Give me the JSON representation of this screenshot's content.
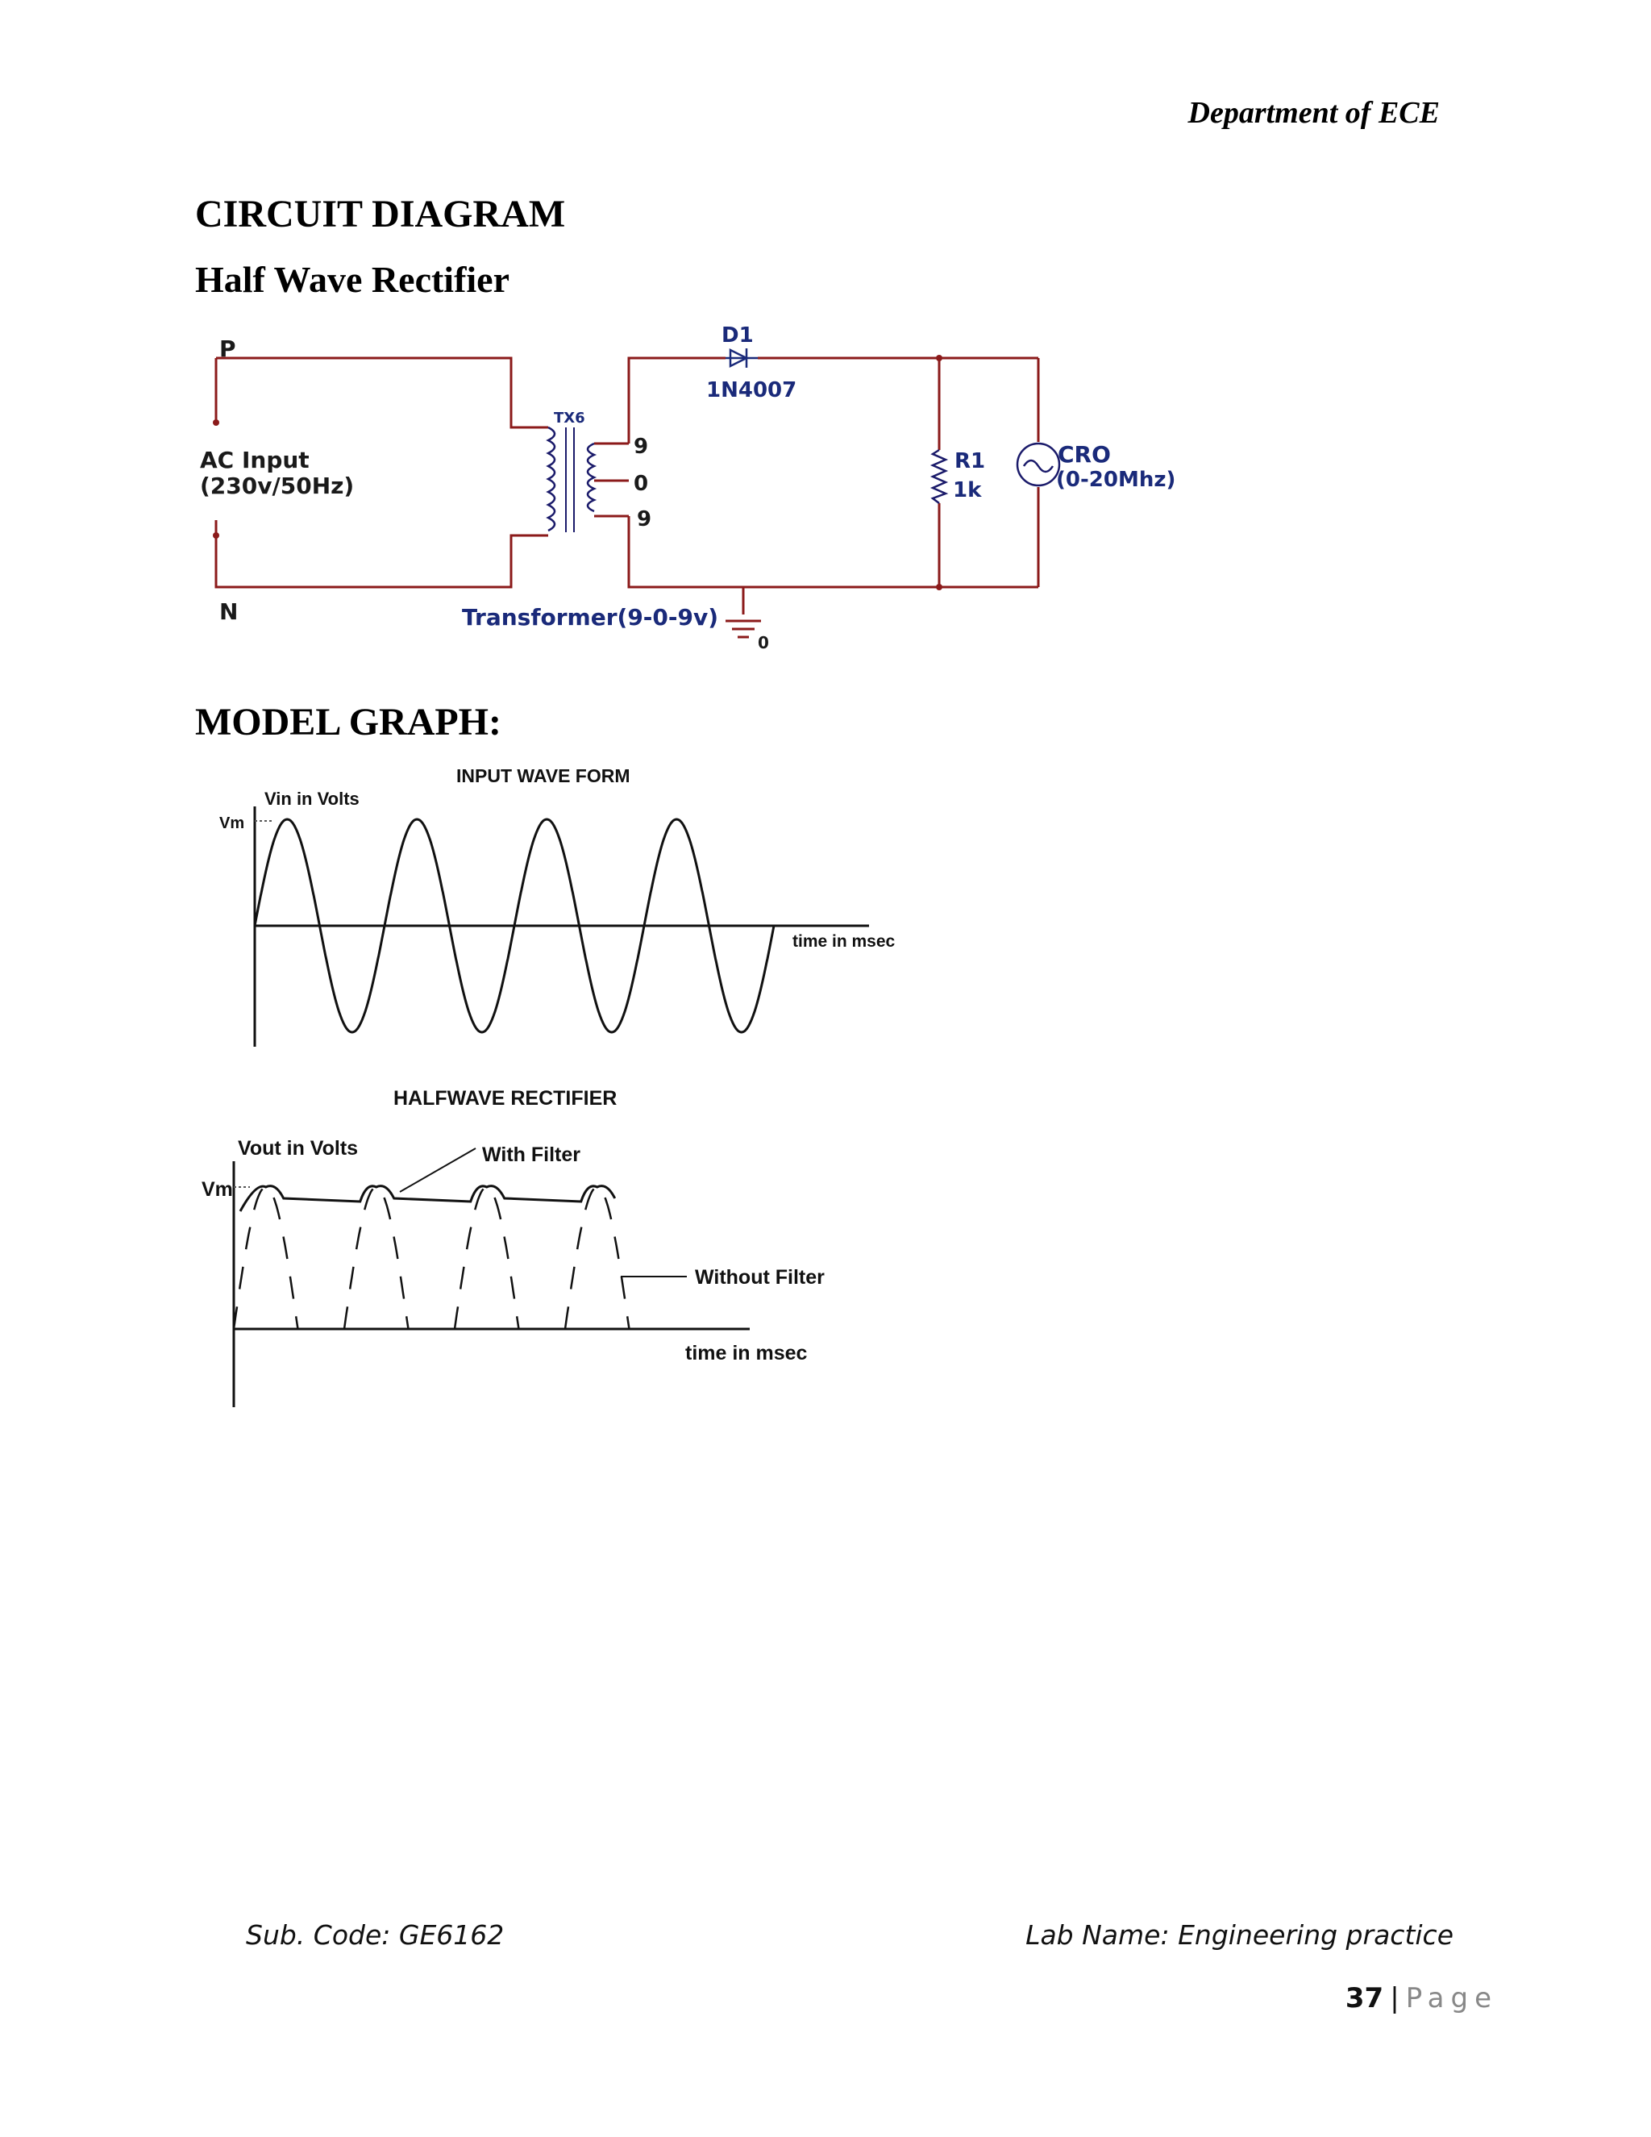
{
  "header": {
    "department": "Department of ECE"
  },
  "sections": {
    "circuit_heading": "CIRCUIT DIAGRAM",
    "circuit_subheading": "Half Wave Rectifier",
    "graph_heading": "MODEL GRAPH:"
  },
  "circuit": {
    "phase_label": "P",
    "neutral_label": "N",
    "ac_input_line1": "AC Input",
    "ac_input_line2": "(230v/50Hz)",
    "transformer_id": "TX6",
    "tap_top": "9",
    "tap_center": "0",
    "tap_bottom": "9",
    "transformer_label": "Transformer(9-0-9v)",
    "diode_id": "D1",
    "diode_part": "1N4007",
    "resistor_id": "R1",
    "resistor_value": "1k",
    "cro_line1": "CRO",
    "cro_line2": "(0-20Mhz)",
    "ground_label": "0"
  },
  "graph_input": {
    "title": "INPUT WAVE FORM",
    "ylabel": "Vin in Volts",
    "peak_label": "Vm",
    "xlabel": "time in msec"
  },
  "graph_output": {
    "title": "HALFWAVE RECTIFIER",
    "ylabel": "Vout in Volts",
    "peak_label": "Vm",
    "with_filter": "With Filter",
    "without_filter": "Without Filter",
    "xlabel": "time in msec"
  },
  "footer": {
    "sub_code": "Sub. Code: GE6162",
    "lab_name": "Lab Name: Engineering practice",
    "page_number": "37",
    "separator": "|",
    "page_word": "Page"
  }
}
